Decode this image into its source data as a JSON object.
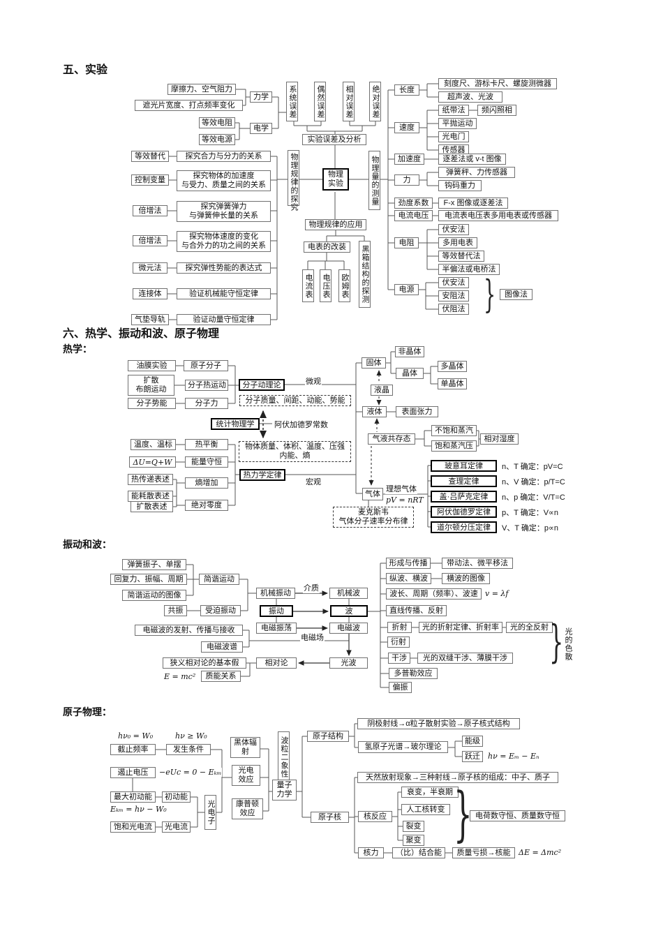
{
  "page": {
    "title_exp": "五、实验",
    "title_six": "六、热学、振动和波、原子物理",
    "sub_thermo": "热学：",
    "sub_waves": "振动和波：",
    "sub_atomic": "原子物理：",
    "brace_glyph": "}"
  },
  "exp": {
    "mech": "力学",
    "elec": "电学",
    "mech_src1": "摩擦力、空气阻力",
    "mech_src2": "遮光片宽度、打点频率变化",
    "elec_src1": "等效电阻",
    "elec_src2": "等效电源",
    "err_sys": "系统误差",
    "err_rand": "偶然误差",
    "err_rel": "相对误差",
    "err_abs": "绝对误差",
    "err_analysis": "实验误差及分析",
    "explore": "物理规律的探究",
    "root": "物理\n实验",
    "measure": "物理量的测量",
    "apply": "物理规律的应用",
    "meter_mod": "电表的改装",
    "blackbox": "黑箱结构的探测",
    "ammeter": "电流表",
    "voltmeter": "电压表",
    "ohmmeter": "欧姆表",
    "rows": [
      {
        "m": "等效替代",
        "e": "探究合力与分力的关系"
      },
      {
        "m": "控制变量",
        "e": "探究物体的加速度\n与受力、质量之间的关系"
      },
      {
        "m": "倍增法",
        "e": "探究弹簧弹力\n与弹簧伸长量的关系"
      },
      {
        "m": "倍增法",
        "e": "探究物体速度的变化\n与合外力的功之间的关系"
      },
      {
        "m": "微元法",
        "e": "探究弹性势能的表达式"
      },
      {
        "m": "连接体",
        "e": "验证机械能守恒定律"
      },
      {
        "m": "气垫导轨",
        "e": "验证动量守恒定律"
      }
    ],
    "q_len": "长度",
    "q_len1": "刻度尺、游标卡尺、螺旋测微器",
    "q_len2": "超声波、光波",
    "q_spd": "速度",
    "q_spd1": "纸带法",
    "q_spd1a": "频闪照相",
    "q_spd2": "平抛运动",
    "q_spd3": "光电门",
    "q_spd4": "传感器",
    "q_acc": "加速度",
    "q_acc1": "逐差法或 v-t 图像",
    "q_f": "力",
    "q_f1": "弹簧秤、力传感器",
    "q_f2": "钩码重力",
    "q_k": "劲度系数",
    "q_k1": "F-x 图像或逐差法",
    "q_iu": "电流电压",
    "q_iu1": "电流表电压表多用电表或传感器",
    "q_r": "电阻",
    "q_r1": "伏安法",
    "q_r2": "多用电表",
    "q_r3": "等效替代法",
    "q_r4": "半偏法或电桥法",
    "q_src": "电源",
    "q_src1": "伏安法",
    "q_src2": "安阻法",
    "q_src3": "伏阻法",
    "q_src4": "图像法"
  },
  "thermo": {
    "oil": "油膜实验",
    "atom": "原子分子",
    "diff": "扩散\n布朗运动",
    "motion": "分子热运动",
    "pe": "分子势能",
    "mforce": "分子力",
    "kinetic": "分子动理论",
    "micro": "微观",
    "dashed_micro": "分子质量、间距、动能、势能",
    "stat": "统计物理学",
    "avogadro": "阿伏加德罗常数",
    "temp": "温度、温标",
    "eq": "热平衡",
    "du": "ΔU=Q+W",
    "energy": "能量守恒",
    "heat_tr": "热传递表述",
    "entropy": "熵增加",
    "dissip": "能耗散表述",
    "diff2": "扩散表述",
    "zero": "绝对零度",
    "dashed_macro": "物体质量、体积、温度、压强\n内能、熵",
    "law": "热力学定律",
    "macro": "宏观",
    "solid": "固体",
    "amorph": "非晶体",
    "crystal": "晶体",
    "poly": "多晶体",
    "single": "单晶体",
    "lc": "液晶",
    "liquid": "液体",
    "tension": "表面张力",
    "coexist": "气液共存态",
    "unsat": "不饱和蒸汽",
    "satp": "饱和蒸汽压",
    "humidity": "相对湿度",
    "gas": "气体",
    "ideal": "理想气体",
    "pvnrt": "pV = nRT",
    "laws": [
      {
        "n": "玻意耳定律",
        "f": "n、T 确定：pV=C"
      },
      {
        "n": "查理定律",
        "f": "n、V 确定：p/T=C"
      },
      {
        "n": "盖·吕萨克定律",
        "f": "n、p 确定：V/T=C"
      },
      {
        "n": "阿伏伽德罗定律",
        "f": "p、T 确定：V∝n"
      },
      {
        "n": "道尔顿分压定律",
        "f": "V、T 确定：p∝n"
      }
    ],
    "maxwell": "麦克斯韦\n气体分子速率分布律"
  },
  "waves": {
    "s1": "弹簧振子、单摆",
    "s2": "回复力、振幅、周期",
    "s3": "简谐运动的图像",
    "shm": "简谐运动",
    "res": "共振",
    "forced": "受迫振动",
    "mvib": "机械振动",
    "medium": "介质",
    "mwave": "机械波",
    "vib": "振动",
    "wave": "波",
    "emosc": "电磁振荡",
    "emfield": "电磁场",
    "emwave": "电磁波",
    "emit": "电磁波的发射、传播与接收",
    "spectrum": "电磁波谱",
    "postulate": "狭义相对论的基本假",
    "rel": "相对论",
    "light": "光波",
    "emc": "E = mc²",
    "massenergy": "质能关系",
    "w1": "形成与传播",
    "w1a": "带动法、微平移法",
    "w2": "纵波、横波",
    "w2a": "横波的图像",
    "w3": "波长、周期（频率）、波速",
    "w3f": "v = λf",
    "w4": "直线传播、反射",
    "w5": "折射",
    "w5a": "光的折射定律、折射率",
    "w5b": "光的全反射",
    "w6": "衍射",
    "w7": "干涉",
    "w7a": "光的双缝干涉、薄膜干涉",
    "w8": "多普勒效应",
    "w9": "偏振",
    "dispersion": "光的色散"
  },
  "atomic": {
    "f_cut": "hν₀ = W₀",
    "f_cond": "hν ≥ W₀",
    "cutoff": "截止频率",
    "cond": "发生条件",
    "stopv": "遏止电压",
    "f_stop": "−eUc = 0 − Eₖₘ",
    "maxke": "最大初动能",
    "ke": "初动能",
    "f_ke": "Eₖₘ = hν − W₀",
    "satcur": "饱和光电流",
    "cur": "光电流",
    "pe_electron": "光电子",
    "blackbody": "黑体辐\n射",
    "photo": "光电\n效应",
    "compton": "康普顿\n效应",
    "duality": "波粒二象性",
    "qm": "量子\n力学",
    "structure": "原子结构",
    "cathode": "阴极射线→α粒子散射实验→原子核式结构",
    "hspec": "氢原子光谱→玻尔理论",
    "level": "能级",
    "jump": "跃迁",
    "f_jump": "hν = Eₘ − Eₙ",
    "nucleus": "原子核",
    "natural": "天然放射现象→三种射线→原子核的组成：中子、质子",
    "reaction": "核反应",
    "decay": "衰变，半衰期",
    "artificial": "人工核转变",
    "fission": "裂变",
    "fusion": "聚变",
    "conserve": "电荷数守恒、质量数守恒",
    "nforce": "核力",
    "binding": "（比）结合能",
    "defect": "质量亏损→核能",
    "f_de": "ΔE = Δmc²"
  },
  "colors": {
    "line": "#555555",
    "border": "#707070",
    "border_strong": "#000000",
    "arrow": "#222222"
  }
}
